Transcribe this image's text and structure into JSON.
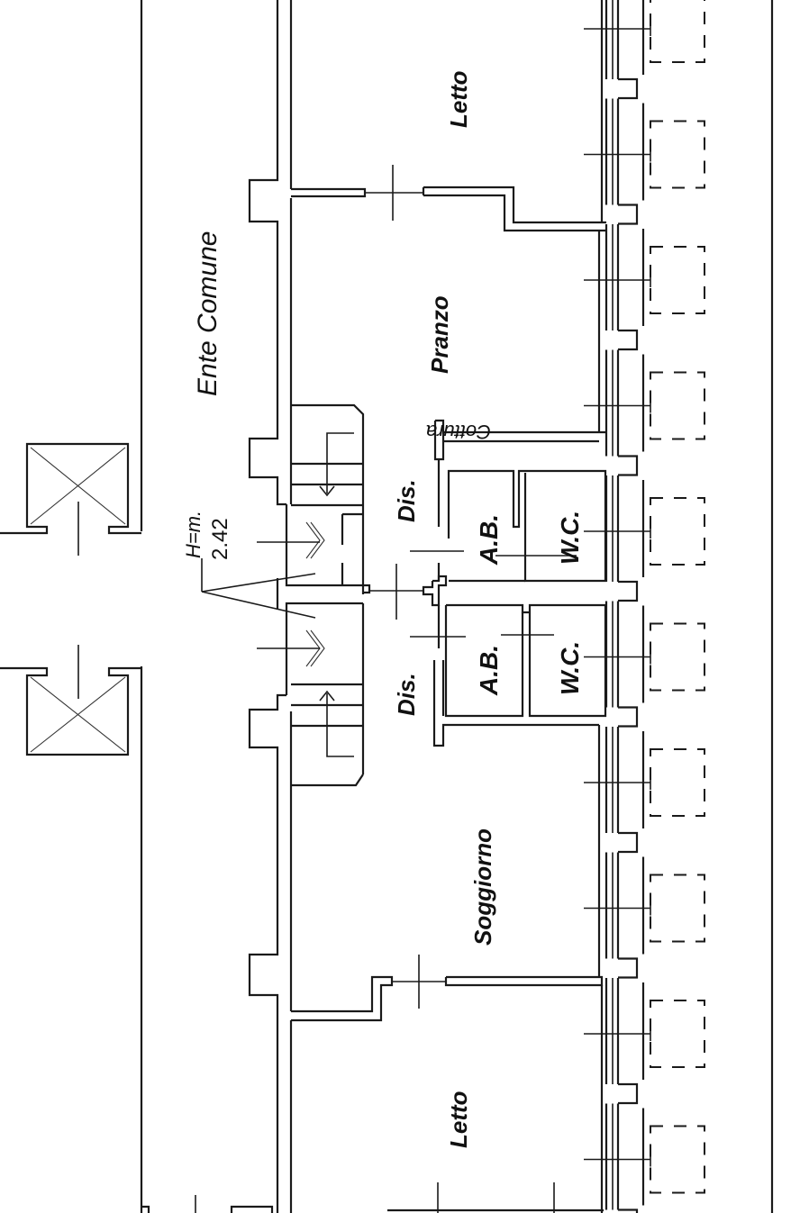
{
  "plan": {
    "type": "floor-plan",
    "colors": {
      "line": "#1a1a1a",
      "background": "#ffffff"
    },
    "rooms": [
      {
        "id": "letto-top",
        "label": "Letto"
      },
      {
        "id": "pranzo",
        "label": "Pranzo"
      },
      {
        "id": "cottura",
        "label": "Cottura"
      },
      {
        "id": "dis-top",
        "label": "Dis."
      },
      {
        "id": "ab-top",
        "label": "A.B."
      },
      {
        "id": "wc-top",
        "label": "W.C."
      },
      {
        "id": "ab-bottom",
        "label": "A.B."
      },
      {
        "id": "wc-bottom",
        "label": "W.C."
      },
      {
        "id": "dis-bottom",
        "label": "Dis."
      },
      {
        "id": "soggiorno",
        "label": "Soggiorno"
      },
      {
        "id": "letto-bottom",
        "label": "Letto"
      }
    ],
    "common_area": {
      "label": "Ente Comune"
    },
    "height_note": {
      "line1": "H=m.",
      "line2": "2.42"
    },
    "elevators": [
      {
        "id": "elevator-top",
        "symbol": "lift-shaft"
      },
      {
        "id": "elevator-bottom",
        "symbol": "lift-shaft"
      }
    ],
    "balconies": 10
  }
}
